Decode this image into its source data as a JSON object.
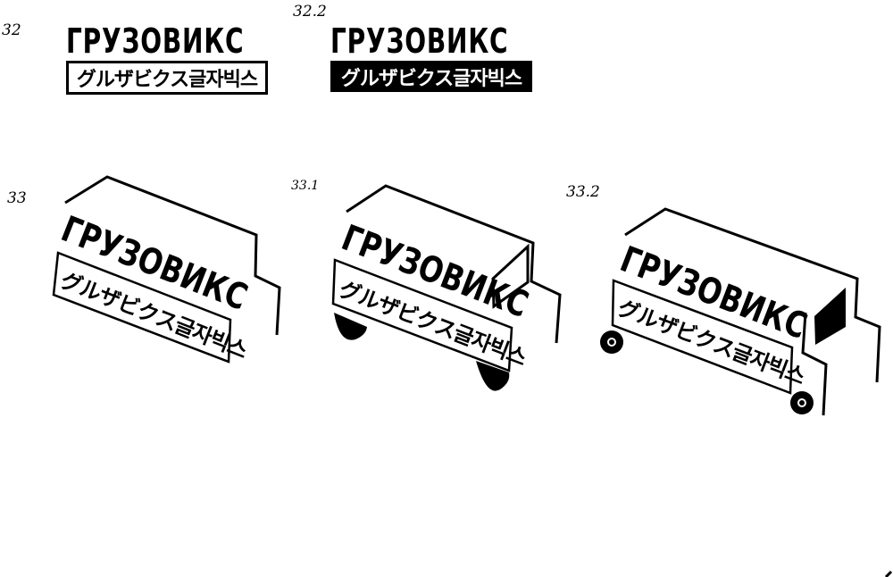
{
  "sketches": [
    {
      "id": "32",
      "label": "32",
      "title": "ГРУЗОВИКС",
      "subtitle": "グルザビクス글자빅스",
      "style": "outlined"
    },
    {
      "id": "32.2",
      "label": "32.2",
      "title": "ГРУЗОВИКС",
      "subtitle": "グルザビクス글자빅스",
      "style": "inverted"
    },
    {
      "id": "33",
      "label": "33",
      "title": "ГРУЗОВИКС",
      "subtitle": "グルザビクス글자빅스",
      "style": "truck-outline"
    },
    {
      "id": "33.1",
      "label": "33.1",
      "title": "ГРУЗОВИКС",
      "subtitle": "グルザビクス글자빅스",
      "style": "truck-half-wheels"
    },
    {
      "id": "33.2",
      "label": "33.2",
      "title": "ГРУЗОВИКС",
      "subtitle": "グルザビクス글자빅스",
      "style": "truck-wheels"
    }
  ],
  "colors": {
    "ink": "#000000",
    "paper": "#ffffff"
  }
}
